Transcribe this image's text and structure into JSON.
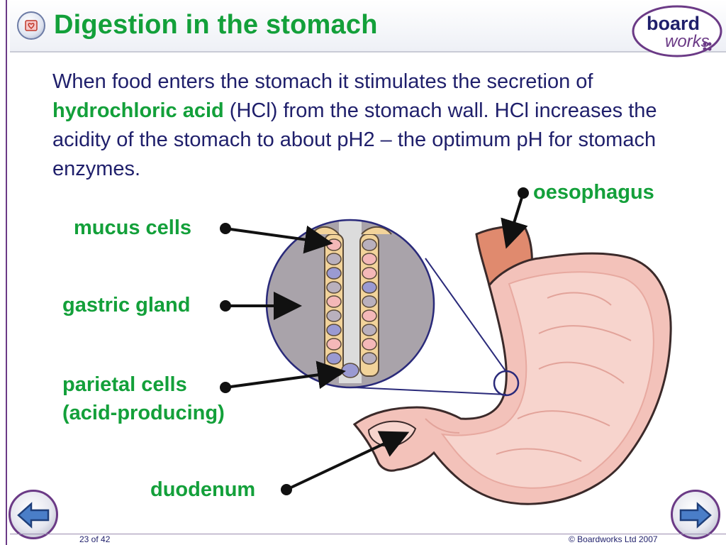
{
  "slide": {
    "title": "Digestion in the stomach",
    "intro": {
      "part1": "When food enters the stomach it stimulates the secretion of ",
      "highlight": "hydrochloric acid",
      "part2": " (HCl) from the stomach wall. HCl increases the acidity of the stomach to about pH2 – the optimum pH for stomach enzymes."
    }
  },
  "logo": {
    "line1": "board",
    "line2": "works"
  },
  "labels": {
    "oesophagus": "oesophagus",
    "mucus_cells": "mucus cells",
    "gastric_gland": "gastric gland",
    "parietal_cells_1": "parietal cells",
    "parietal_cells_2": "(acid-producing)",
    "duodenum": "duodenum"
  },
  "footer": {
    "page": "23 of 42",
    "copyright": "© Boardworks Ltd 2007"
  },
  "colors": {
    "title_green": "#13a03a",
    "text_navy": "#1f1f6b",
    "frame_purple": "#6b3a86",
    "stomach_pink": "#f3c2ba",
    "oesophagus_orange": "#e08a6e",
    "magnifier_grey": "#a9a3aa"
  },
  "icons": [
    "slide-icon",
    "back-arrow-icon",
    "forward-arrow-icon"
  ]
}
